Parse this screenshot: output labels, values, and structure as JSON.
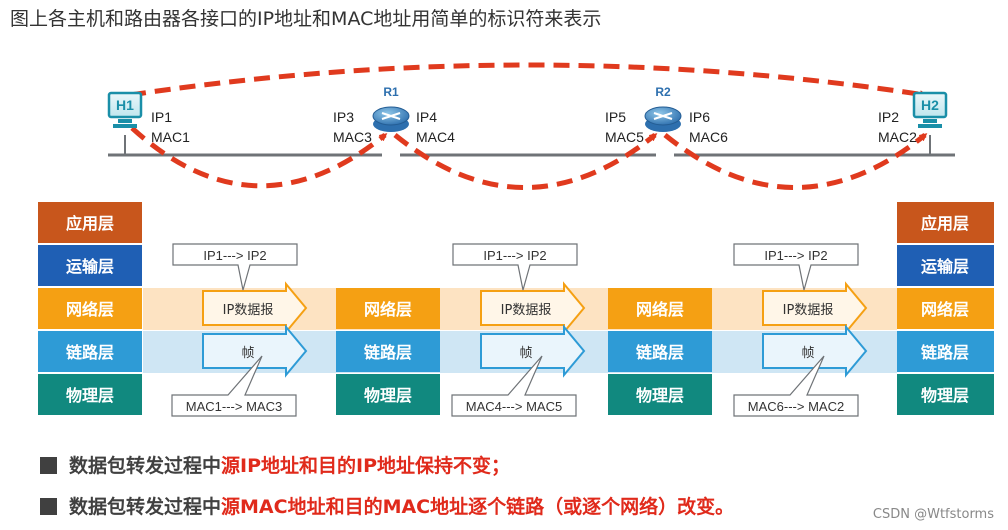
{
  "title": "图上各主机和路由器各接口的IP地址和MAC地址用简单的标识符来表示",
  "hosts": [
    {
      "id": "H1",
      "ip": "IP1",
      "mac": "MAC1"
    },
    {
      "id": "H2",
      "ip": "IP2",
      "mac": "MAC2"
    }
  ],
  "routers": [
    {
      "id": "R1",
      "left_ip": "IP3",
      "left_mac": "MAC3",
      "right_ip": "IP4",
      "right_mac": "MAC4"
    },
    {
      "id": "R2",
      "left_ip": "IP5",
      "left_mac": "MAC5",
      "right_ip": "IP6",
      "right_mac": "MAC6"
    }
  ],
  "layers": {
    "application": "应用层",
    "transport": "运输层",
    "network": "网络层",
    "link": "链路层",
    "physical": "物理层"
  },
  "datagram_label": "IP数据报",
  "frame_label": "帧",
  "ip_callout": "IP1---> IP2",
  "mac_callouts": [
    "MAC1---> MAC3",
    "MAC4---> MAC5",
    "MAC6---> MAC2"
  ],
  "bullets": [
    {
      "prefix": "数据包转发过程中",
      "highlight": "源IP地址和目的IP地址保持不变；"
    },
    {
      "prefix": "数据包转发过程中",
      "highlight": "源MAC地址和目的MAC地址逐个链路（或逐个网络）改变。"
    }
  ],
  "watermark": "CSDN @Wtfstorms",
  "colors": {
    "application": "#c8561c",
    "transport": "#1f5fb4",
    "network": "#f5a013",
    "link": "#2e9bd6",
    "physical": "#11897f",
    "path": "#e03a1e",
    "highlight": "#e02a1b"
  }
}
